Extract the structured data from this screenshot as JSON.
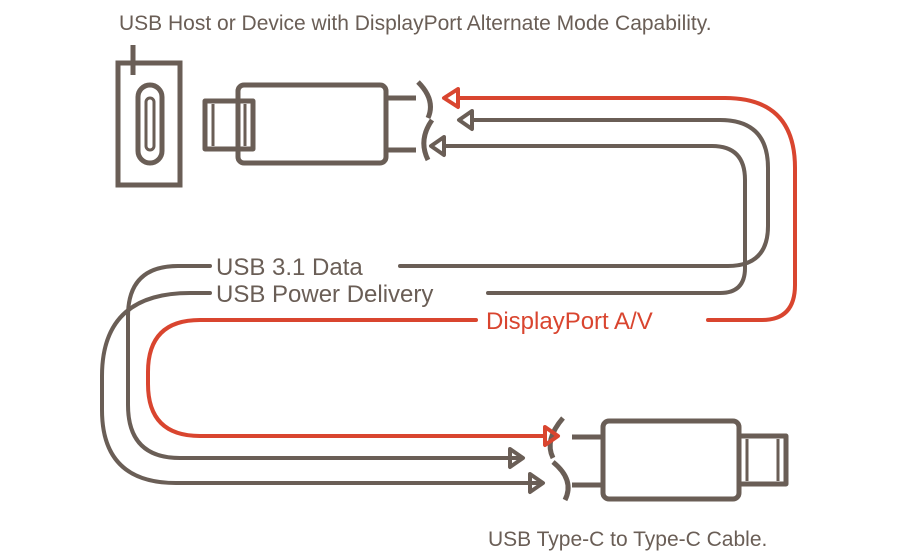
{
  "texts": {
    "top_caption": "USB Host or Device with DisplayPort Alternate Mode Capability.",
    "bottom_caption": "USB Type-C to Type-C Cable.",
    "signal_data": "USB 3.1 Data",
    "signal_power": "USB Power Delivery",
    "signal_dp": "DisplayPort A/V"
  },
  "colors": {
    "line": "#6a5e56",
    "accent": "#d9452f",
    "background": "#ffffff"
  },
  "icons": {
    "host": "usb-c-port-icon",
    "plug_left": "usb-c-plug-icon",
    "plug_right": "usb-c-plug-icon"
  }
}
